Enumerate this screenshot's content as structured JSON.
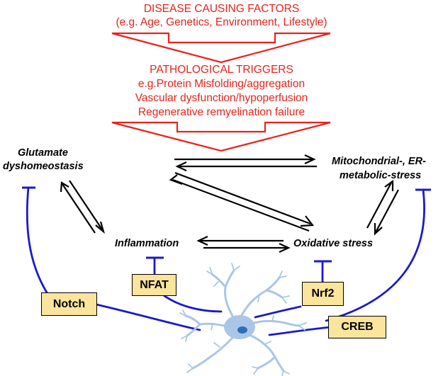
{
  "header": {
    "title": "DISEASE CAUSING FACTORS",
    "subtitle": "(e.g. Age, Genetics, Environment, Lifestyle)"
  },
  "triggers": {
    "title": "PATHOLOGICAL TRIGGERS",
    "items": [
      "e.g.Protein Misfolding/aggregation",
      "Vascular dysfunction/hypoperfusion",
      "Regenerative remyelination failure"
    ]
  },
  "nodes": {
    "glutamate_line1": "Glutamate",
    "glutamate_line2": "dyshomeostasis",
    "mito_line1": "Mitochondrial-, ER-",
    "mito_line2": "metabolic-stress",
    "inflammation": "Inflammation",
    "oxidative": "Oxidative stress"
  },
  "factors": {
    "notch": "Notch",
    "nfat": "NFAT",
    "nrf2": "Nrf2",
    "creb": "CREB"
  },
  "colors": {
    "accent_red": "#e8231c",
    "inhibitor_blue": "#1a1acc",
    "factor_box": "#fbe49c",
    "neuron": "#a9c6e8",
    "nucleus": "#2d6fb4"
  }
}
